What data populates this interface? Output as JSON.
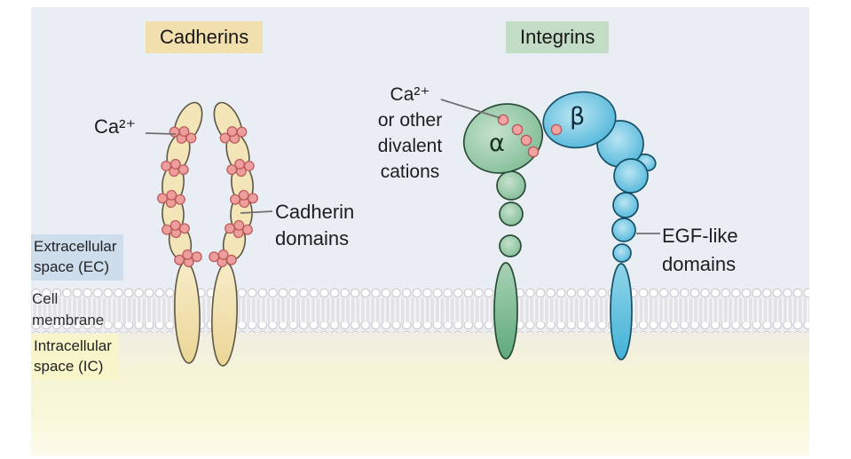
{
  "diagram": {
    "titles": {
      "left": "Cadherins",
      "right": "Integrins"
    },
    "cadherin": {
      "ca_label": "Ca²⁺",
      "domains_lines": [
        "Cadherin",
        "domains"
      ]
    },
    "integrin": {
      "ca_lines": [
        "Ca²⁺",
        "or other",
        "divalent",
        "cations"
      ],
      "alpha": "α",
      "beta": "β",
      "egf_lines": [
        "EGF-like",
        "domains"
      ]
    },
    "regions": {
      "extracellular_lines": [
        "Extracellular",
        "space (EC)"
      ],
      "membrane_lines": [
        "Cell",
        "membrane"
      ],
      "intracellular_lines": [
        "Intracellular",
        "space (IC)"
      ]
    },
    "colors": {
      "cadherins_box_bg": "#f2dfae",
      "integrins_box_bg": "#c3dcc6",
      "extracellular_bg": "#e9eef5",
      "extracellular_label_bg": "#cdddec",
      "intracellular_label_bg": "#f7f5c9",
      "membrane_gray": "#e6e6eb",
      "cadherin_tan": "#f3e5b8",
      "calcium_pink": "#ee9d9d",
      "alpha_green": "#74b58c",
      "beta_blue": "#38abd4",
      "pointer_gray": "#6f6f6f",
      "ink": "#1a1a1a"
    }
  }
}
